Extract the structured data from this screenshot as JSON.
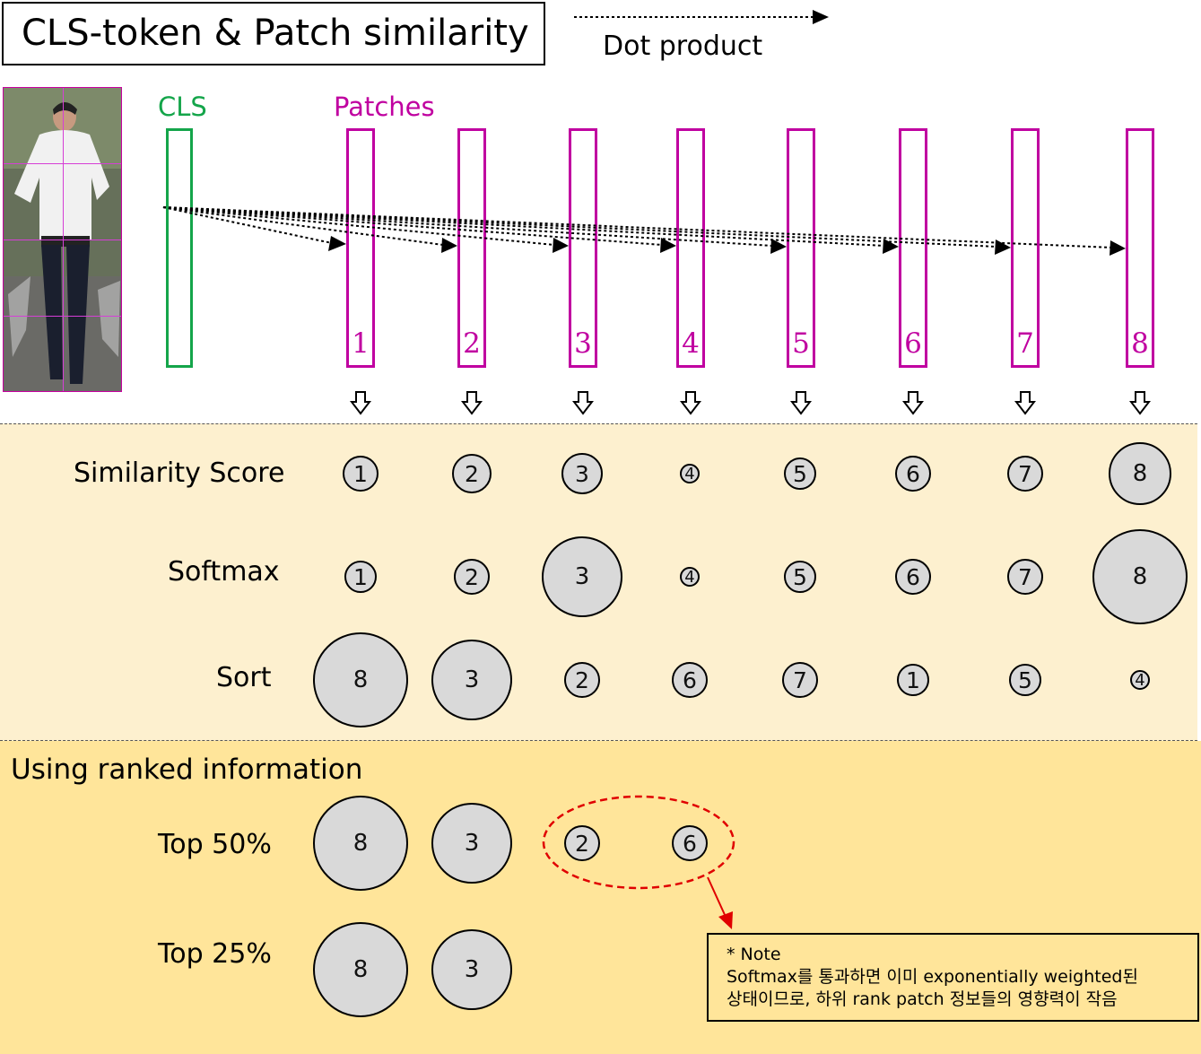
{
  "title": "CLS-token & Patch similarity",
  "legend": {
    "label": "Dot product"
  },
  "labels": {
    "cls": "CLS",
    "patches": "Patches"
  },
  "patch_numbers": [
    "1",
    "2",
    "3",
    "4",
    "5",
    "6",
    "7",
    "8"
  ],
  "similarity_row": {
    "label": "Similarity Score",
    "items": [
      {
        "id": "1",
        "size": 2
      },
      {
        "id": "2",
        "size": 3
      },
      {
        "id": "3",
        "size": 4
      },
      {
        "id": "4",
        "size": 0
      },
      {
        "id": "5",
        "size": 1
      },
      {
        "id": "6",
        "size": 2
      },
      {
        "id": "7",
        "size": 2
      },
      {
        "id": "8",
        "size": 5
      }
    ]
  },
  "softmax_row": {
    "label": "Softmax",
    "items": [
      {
        "id": "1",
        "size": 1
      },
      {
        "id": "2",
        "size": 2
      },
      {
        "id": "3",
        "size": 7
      },
      {
        "id": "4",
        "size": 0
      },
      {
        "id": "5",
        "size": 1
      },
      {
        "id": "6",
        "size": 2
      },
      {
        "id": "7",
        "size": 2
      },
      {
        "id": "8",
        "size": 8
      }
    ]
  },
  "sort_row": {
    "label": "Sort",
    "items": [
      {
        "id": "8",
        "size": 8
      },
      {
        "id": "3",
        "size": 7
      },
      {
        "id": "2",
        "size": 2
      },
      {
        "id": "6",
        "size": 2
      },
      {
        "id": "7",
        "size": 2
      },
      {
        "id": "1",
        "size": 1
      },
      {
        "id": "5",
        "size": 1
      },
      {
        "id": "4",
        "size": 0
      }
    ]
  },
  "section_title": "Using ranked information",
  "top50": {
    "label": "Top 50%",
    "items": [
      {
        "id": "8",
        "size": 8
      },
      {
        "id": "3",
        "size": 7
      },
      {
        "id": "2",
        "size": 2
      },
      {
        "id": "6",
        "size": 2
      }
    ]
  },
  "top25": {
    "label": "Top 25%",
    "items": [
      {
        "id": "8",
        "size": 8
      },
      {
        "id": "3",
        "size": 7
      }
    ]
  },
  "note": {
    "line1": "* Note",
    "line2": "Softmax를 통과하면 이미 exponentially weighted된",
    "line3": "상태이므로, 하위 rank patch 정보들의 영향력이 작음"
  },
  "colors": {
    "cls": "#14a54a",
    "patch": "#c000a0",
    "bubble_fill": "#d9d9d9",
    "band_light": "#fdf0cf",
    "band_dark": "#ffe59a",
    "highlight": "#e00000"
  }
}
